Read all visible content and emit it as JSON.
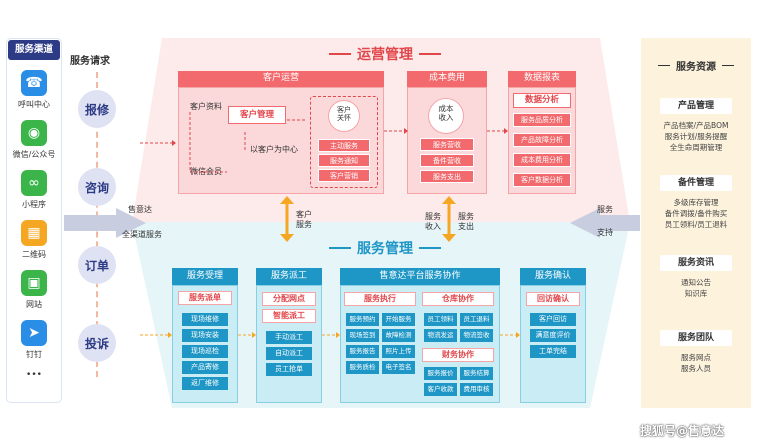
{
  "channels": {
    "title": "服务渠道",
    "items": [
      {
        "label": "呼叫中心",
        "icon": "phone-icon",
        "color": "#2b8ee6"
      },
      {
        "label": "微信/公众号",
        "icon": "wechat-icon",
        "color": "#3bb54a"
      },
      {
        "label": "小程序",
        "icon": "mini-program-icon",
        "color": "#3bb54a"
      },
      {
        "label": "二维码",
        "icon": "qrcode-icon",
        "color": "#f5a623"
      },
      {
        "label": "网站",
        "icon": "website-icon",
        "color": "#3bb54a"
      },
      {
        "label": "钉钉",
        "icon": "dingtalk-icon",
        "color": "#2b8ee6"
      }
    ],
    "more": "•••"
  },
  "requests": {
    "title": "服务请求",
    "items": [
      "报修",
      "咨询",
      "订单",
      "投诉"
    ]
  },
  "left_arrow": {
    "label1": "售意达",
    "label2": "全渠道服务"
  },
  "operations": {
    "title": "运营管理",
    "customer_ops": {
      "title": "客户运营",
      "data_label": "客户资料",
      "manage": "客户管理",
      "center": "以客户为中心",
      "wechat_member": "微信会员",
      "care_title": "客户\n关怀",
      "care_buttons": [
        "主动服务",
        "服务通知",
        "客户营销"
      ]
    },
    "cost": {
      "title": "成本费用",
      "circle": "成本\n收入",
      "buttons": [
        "服务营收",
        "备件营收",
        "服务支出"
      ]
    },
    "reports": {
      "title": "数据报表",
      "pill": "数据分析",
      "buttons": [
        "服务品质分析",
        "产品故障分析",
        "成本费用分析",
        "客户数据分析"
      ]
    }
  },
  "middle_labels": {
    "left": "客户\n服务",
    "right1": "服务\n收入",
    "right2": "服务\n支出"
  },
  "service": {
    "title": "服务管理",
    "accept": {
      "title": "服务受理",
      "tag": "服务派单",
      "buttons": [
        "现场维修",
        "现场安装",
        "现场巡检",
        "产品寄修",
        "返厂维修"
      ]
    },
    "dispatch": {
      "title": "服务派工",
      "tags": [
        "分配网点",
        "智能派工"
      ],
      "buttons": [
        "手动派工",
        "自动派工",
        "员工抢单"
      ]
    },
    "platform": {
      "title": "售意达平台服务协作",
      "exec": {
        "tag": "服务执行",
        "buttons": [
          "服务预约",
          "开始服务",
          "现场签到",
          "故障检测",
          "服务报告",
          "照片上传",
          "服务质检",
          "电子签名"
        ]
      },
      "warehouse": {
        "tag": "仓库协作",
        "buttons": [
          "员工领料",
          "员工退料",
          "物流发运",
          "物流签收"
        ]
      },
      "finance": {
        "tag": "财务协作",
        "buttons": [
          "服务报价",
          "服务结算",
          "客户收款",
          "费用审核"
        ]
      }
    },
    "confirm": {
      "title": "服务确认",
      "tag": "回访确认",
      "buttons": [
        "客户回访",
        "满意度评价",
        "工单完结"
      ]
    }
  },
  "right_arrow": {
    "label1": "服务",
    "label2": "支持"
  },
  "resources": {
    "title": "服务资源",
    "groups": [
      {
        "title": "产品管理",
        "items": [
          "产品档案/产品BOM",
          "服务计划/服务提醒",
          "全生命周期管理"
        ]
      },
      {
        "title": "备件管理",
        "items": [
          "多级库存管理",
          "备件调拨/备件购买",
          "员工领料/员工退料"
        ]
      },
      {
        "title": "服务资讯",
        "items": [
          "通知公告",
          "知识库"
        ]
      },
      {
        "title": "服务团队",
        "items": [
          "服务网点",
          "服务人员"
        ]
      }
    ]
  },
  "watermark": "搜狐号@售意达",
  "colors": {
    "ops": "#f26a6d",
    "service": "#1e96c6",
    "request": "#2d3b86"
  }
}
